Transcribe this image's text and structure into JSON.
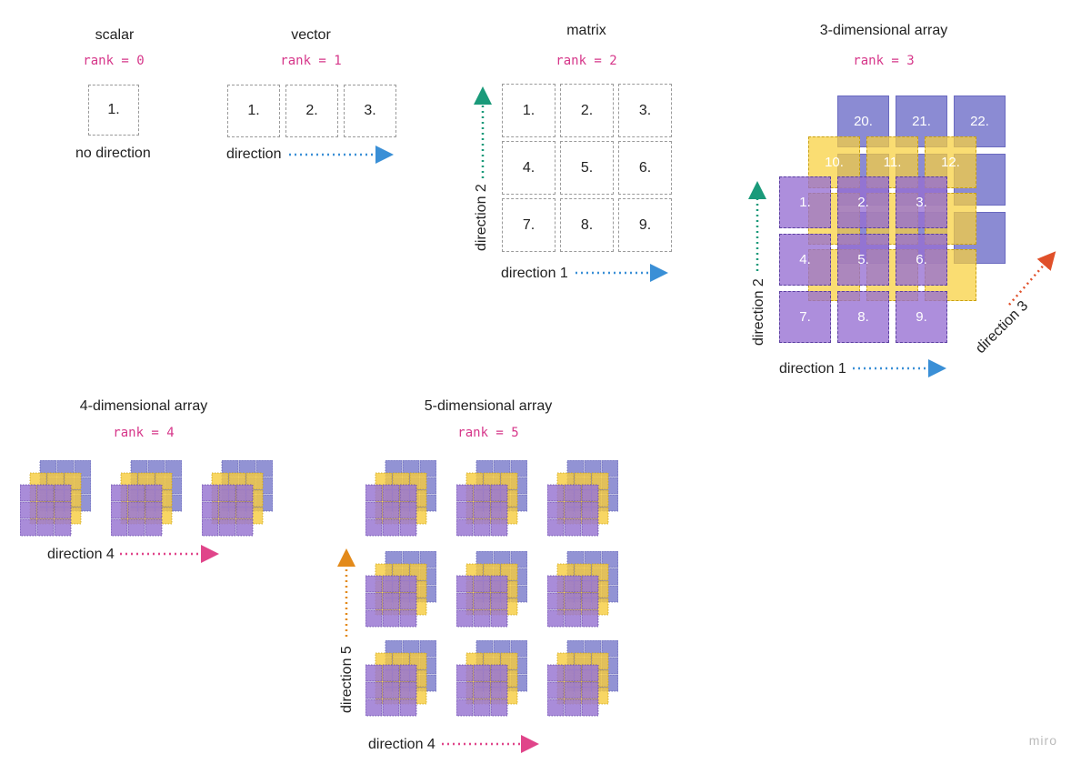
{
  "scalar": {
    "title": "scalar",
    "rank": "rank = 0",
    "cells": [
      "1."
    ],
    "direction": "no direction"
  },
  "vector": {
    "title": "vector",
    "rank": "rank = 1",
    "cells": [
      "1.",
      "2.",
      "3."
    ],
    "direction": "direction"
  },
  "matrix": {
    "title": "matrix",
    "rank": "rank = 2",
    "cells": [
      "1.",
      "2.",
      "3.",
      "4.",
      "5.",
      "6.",
      "7.",
      "8.",
      "9."
    ],
    "direction1": "direction 1",
    "direction2": "direction 2"
  },
  "array3": {
    "title": "3-dimensional array",
    "rank": "rank = 3",
    "front": [
      "1.",
      "2.",
      "3.",
      "4.",
      "5.",
      "6.",
      "7.",
      "8.",
      "9."
    ],
    "middle": [
      "10.",
      "11.",
      "12."
    ],
    "back": [
      "20.",
      "21.",
      "22."
    ],
    "direction1": "direction 1",
    "direction2": "direction 2",
    "direction3": "direction 3"
  },
  "array4": {
    "title": "4-dimensional array",
    "rank": "rank = 4",
    "direction4": "direction 4"
  },
  "array5": {
    "title": "5-dimensional array",
    "rank": "rank = 5",
    "direction4": "direction 4",
    "direction5": "direction 5"
  },
  "colors": {
    "rank_text": "#d6378a",
    "direction_blue": "#3a8fd6",
    "direction_green": "#1a9a7a",
    "direction_red": "#e0502a",
    "direction_pink": "#e0458a",
    "direction_orange": "#e38a1a",
    "layer_purple": "#9a78d2",
    "layer_yellow": "#f6cc3c",
    "layer_blue": "#7f80cc"
  },
  "watermark": "miro"
}
